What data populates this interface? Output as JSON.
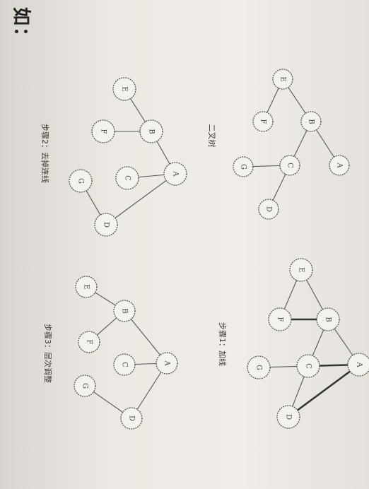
{
  "heading": "如：",
  "labels": {
    "original_graph": "二叉树",
    "step1": "步骤1：加线",
    "step2": "步骤2：去掉连线",
    "step3": "步骤3：层次调整"
  },
  "graphs": [
    {
      "id": "original",
      "nodes": [
        "A",
        "B",
        "C",
        "D",
        "E",
        "F",
        "G"
      ],
      "edges": [
        [
          "E",
          "B"
        ],
        [
          "E",
          "F"
        ],
        [
          "B",
          "A"
        ],
        [
          "B",
          "C"
        ],
        [
          "C",
          "G"
        ],
        [
          "C",
          "D"
        ]
      ],
      "thick_edges": []
    },
    {
      "id": "step1",
      "nodes": [
        "A",
        "B",
        "C",
        "D",
        "E",
        "F",
        "G"
      ],
      "edges": [
        [
          "E",
          "F"
        ],
        [
          "E",
          "B"
        ],
        [
          "F",
          "B"
        ],
        [
          "B",
          "C"
        ],
        [
          "B",
          "A"
        ],
        [
          "C",
          "A"
        ],
        [
          "C",
          "G"
        ],
        [
          "C",
          "D"
        ],
        [
          "D",
          "A"
        ]
      ],
      "thick_edges": [
        [
          "F",
          "B"
        ],
        [
          "C",
          "A"
        ],
        [
          "D",
          "A"
        ]
      ]
    },
    {
      "id": "step2",
      "nodes": [
        "A",
        "B",
        "C",
        "D",
        "E",
        "F",
        "G"
      ],
      "edges": [
        [
          "E",
          "B"
        ],
        [
          "F",
          "B"
        ],
        [
          "B",
          "A"
        ],
        [
          "C",
          "A"
        ],
        [
          "G",
          "D"
        ],
        [
          "D",
          "A"
        ]
      ],
      "thick_edges": []
    },
    {
      "id": "step3",
      "nodes": [
        "A",
        "B",
        "C",
        "D",
        "E",
        "F",
        "G"
      ],
      "edges": [
        [
          "E",
          "B"
        ],
        [
          "B",
          "F"
        ],
        [
          "B",
          "A"
        ],
        [
          "C",
          "A"
        ],
        [
          "A",
          "D"
        ],
        [
          "G",
          "D"
        ]
      ],
      "thick_edges": []
    }
  ]
}
